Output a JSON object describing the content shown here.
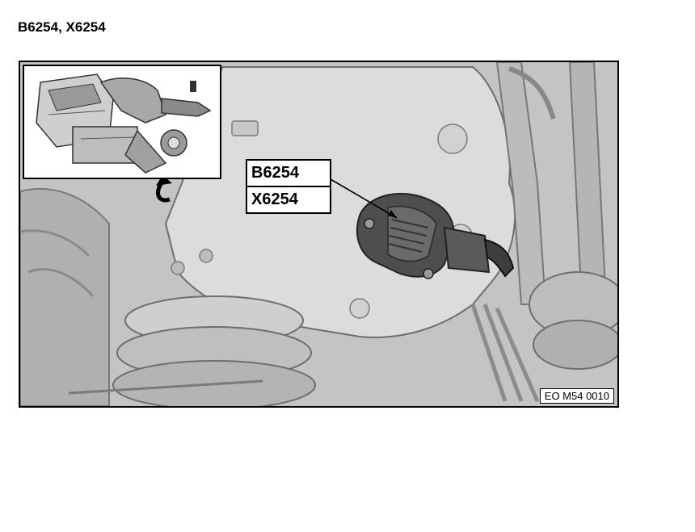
{
  "page": {
    "title": "B6254, X6254"
  },
  "figure": {
    "callout": {
      "line1": "B6254",
      "line2": "X6254"
    },
    "code": "EO M54 0010"
  },
  "colors": {
    "ink": "#000000",
    "drawing_bg": "#c8c8c8",
    "part_dark": "#555555"
  }
}
